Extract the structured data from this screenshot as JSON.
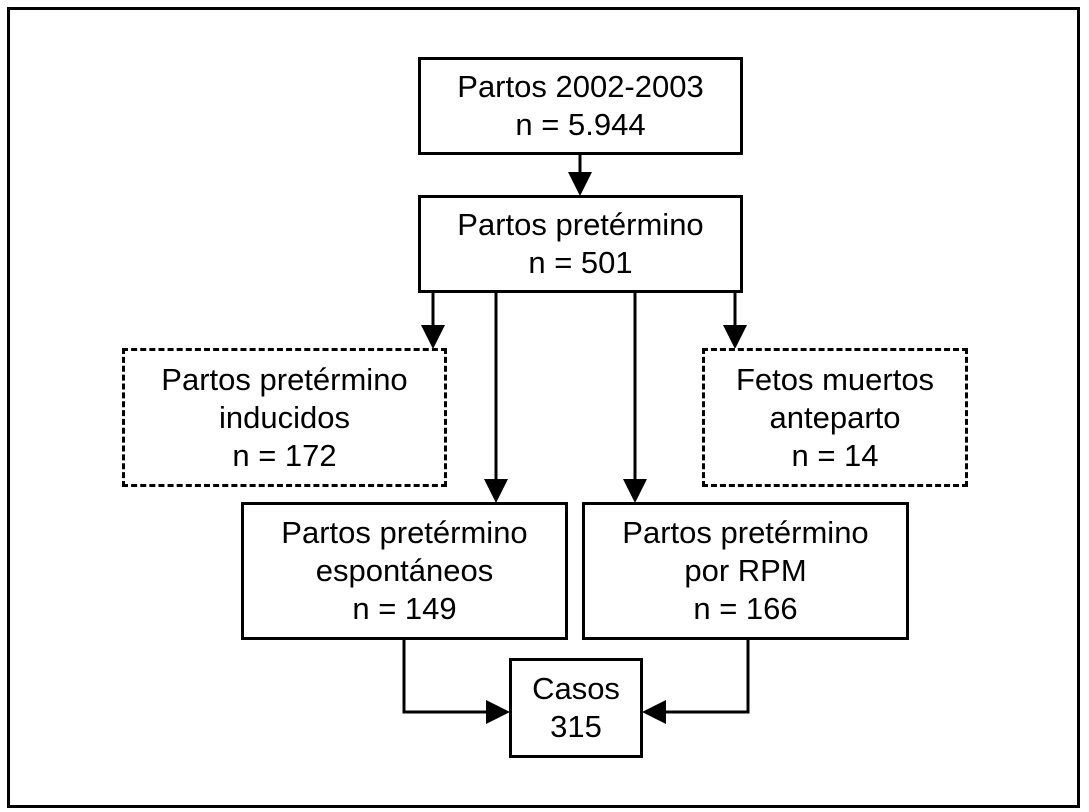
{
  "diagram": {
    "nodes": {
      "total": {
        "line1": "Partos 2002-2003",
        "line2": "n = 5.944"
      },
      "preterm": {
        "line1": "Partos pretérmino",
        "line2": "n = 501"
      },
      "induced": {
        "line1": "Partos pretérmino",
        "line2": "inducidos",
        "line3": "n = 172"
      },
      "stillbirth": {
        "line1": "Fetos muertos",
        "line2": "anteparto",
        "line3": "n = 14"
      },
      "spontaneous": {
        "line1": "Partos pretérmino",
        "line2": "espontáneos",
        "line3": "n = 149"
      },
      "rpm": {
        "line1": "Partos pretérmino",
        "line2": "por RPM",
        "line3": "n = 166"
      },
      "cases": {
        "line1": "Casos",
        "line2": "315"
      }
    },
    "edges": [
      {
        "from": "total",
        "to": "preterm"
      },
      {
        "from": "preterm",
        "to": "induced"
      },
      {
        "from": "preterm",
        "to": "spontaneous"
      },
      {
        "from": "preterm",
        "to": "rpm"
      },
      {
        "from": "preterm",
        "to": "stillbirth"
      },
      {
        "from": "spontaneous",
        "to": "cases"
      },
      {
        "from": "rpm",
        "to": "cases"
      }
    ],
    "excluded_nodes": [
      "induced",
      "stillbirth"
    ]
  }
}
